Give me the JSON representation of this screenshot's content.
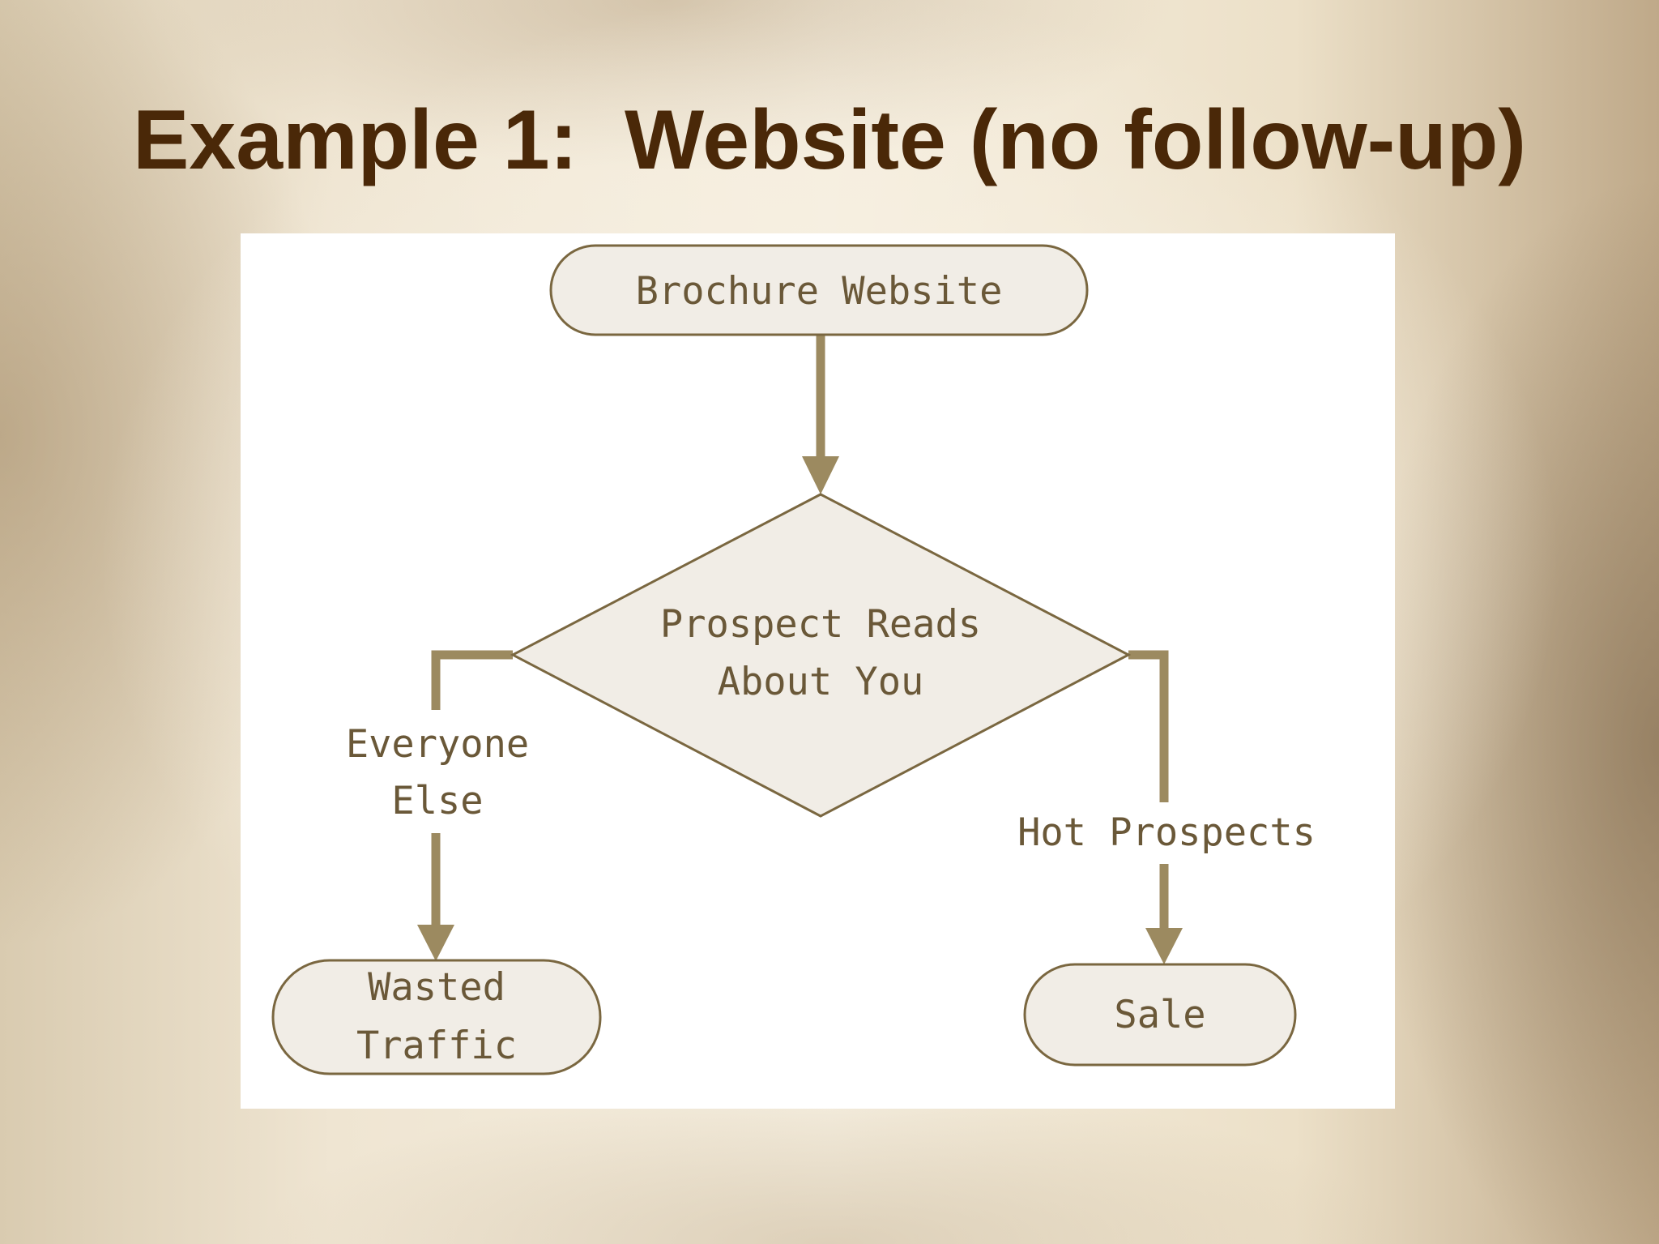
{
  "slide": {
    "title": "Example 1:  Website (no follow-up)"
  },
  "flowchart": {
    "start": {
      "label": "Brochure Website"
    },
    "decision": {
      "line1": "Prospect Reads",
      "line2": "About You"
    },
    "branch_left": {
      "line1": "Everyone",
      "line2": "Else"
    },
    "branch_right": {
      "label": "Hot Prospects"
    },
    "end_left": {
      "line1": "Wasted",
      "line2": "Traffic"
    },
    "end_right": {
      "label": "Sale"
    }
  },
  "colors": {
    "title": "#4a2808",
    "line": "#9c8a60",
    "node_fill": "#f1ede6",
    "node_border": "#7a6740",
    "node_text": "#6a5838"
  }
}
